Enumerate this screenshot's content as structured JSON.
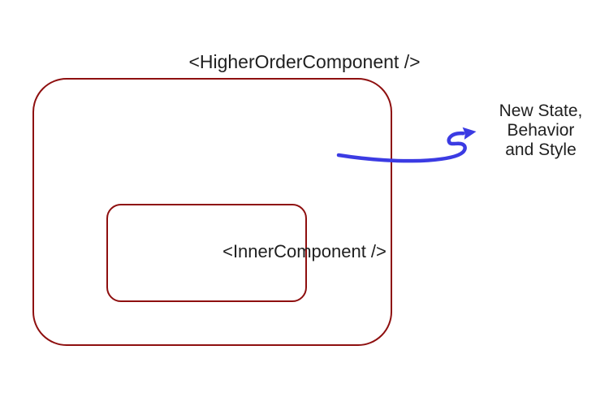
{
  "diagram": {
    "outer_box": {
      "label": "<HigherOrderComponent />"
    },
    "inner_box": {
      "label": "<InnerComponent />"
    },
    "annotation": {
      "lines": [
        "New State,",
        "Behavior",
        "and Style"
      ]
    },
    "colors": {
      "background": "#ffffff",
      "box_border": "#8e0f0f",
      "arrow": "#3b3be3",
      "text": "#1f1f1f"
    }
  }
}
